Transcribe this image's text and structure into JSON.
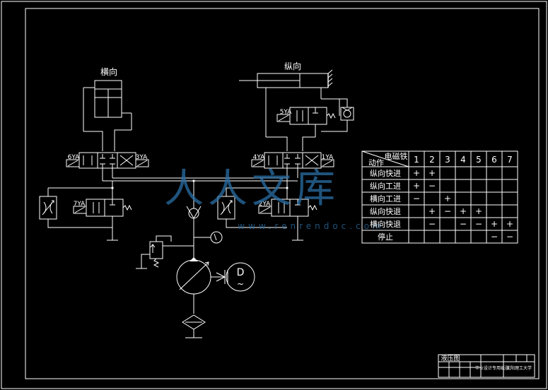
{
  "labels": {
    "horizontal_cylinder": "横向",
    "vertical_cylinder": "纵向",
    "yv_6": "6YA",
    "yv_3": "3YA",
    "yv_4": "4YA",
    "yv_1": "1YA",
    "yv_5": "5YA",
    "yv_7": "7YA",
    "yv_2": "2YA",
    "motor": "D",
    "motor_sub": "~"
  },
  "table": {
    "corner_top": "电磁铁",
    "corner_bottom": "动作",
    "columns": [
      "1",
      "2",
      "3",
      "4",
      "5",
      "6",
      "7"
    ],
    "rows": [
      {
        "name": "纵向快进",
        "cells": [
          "+",
          "+",
          "",
          "",
          "",
          "",
          ""
        ]
      },
      {
        "name": "纵向工进",
        "cells": [
          "+",
          "−",
          "",
          "",
          "",
          "",
          ""
        ]
      },
      {
        "name": "横向工进",
        "cells": [
          "−",
          "",
          "+",
          "",
          "",
          "",
          ""
        ]
      },
      {
        "name": "纵向快退",
        "cells": [
          "",
          "+",
          "−",
          "+",
          "+",
          "",
          ""
        ]
      },
      {
        "name": "横向快退",
        "cells": [
          "",
          "−",
          "",
          "−",
          "−",
          "+",
          "+"
        ]
      },
      {
        "name": "停止",
        "cells": [
          "",
          "",
          "",
          "",
          "",
          "−",
          "−"
        ]
      }
    ]
  },
  "title_block": {
    "drawing_name": "液压图",
    "course": "毕业设计专用纸张",
    "school": "沈阳理工大学"
  },
  "watermark": {
    "text": "人人文库",
    "url": "www.renrendoc.com"
  }
}
